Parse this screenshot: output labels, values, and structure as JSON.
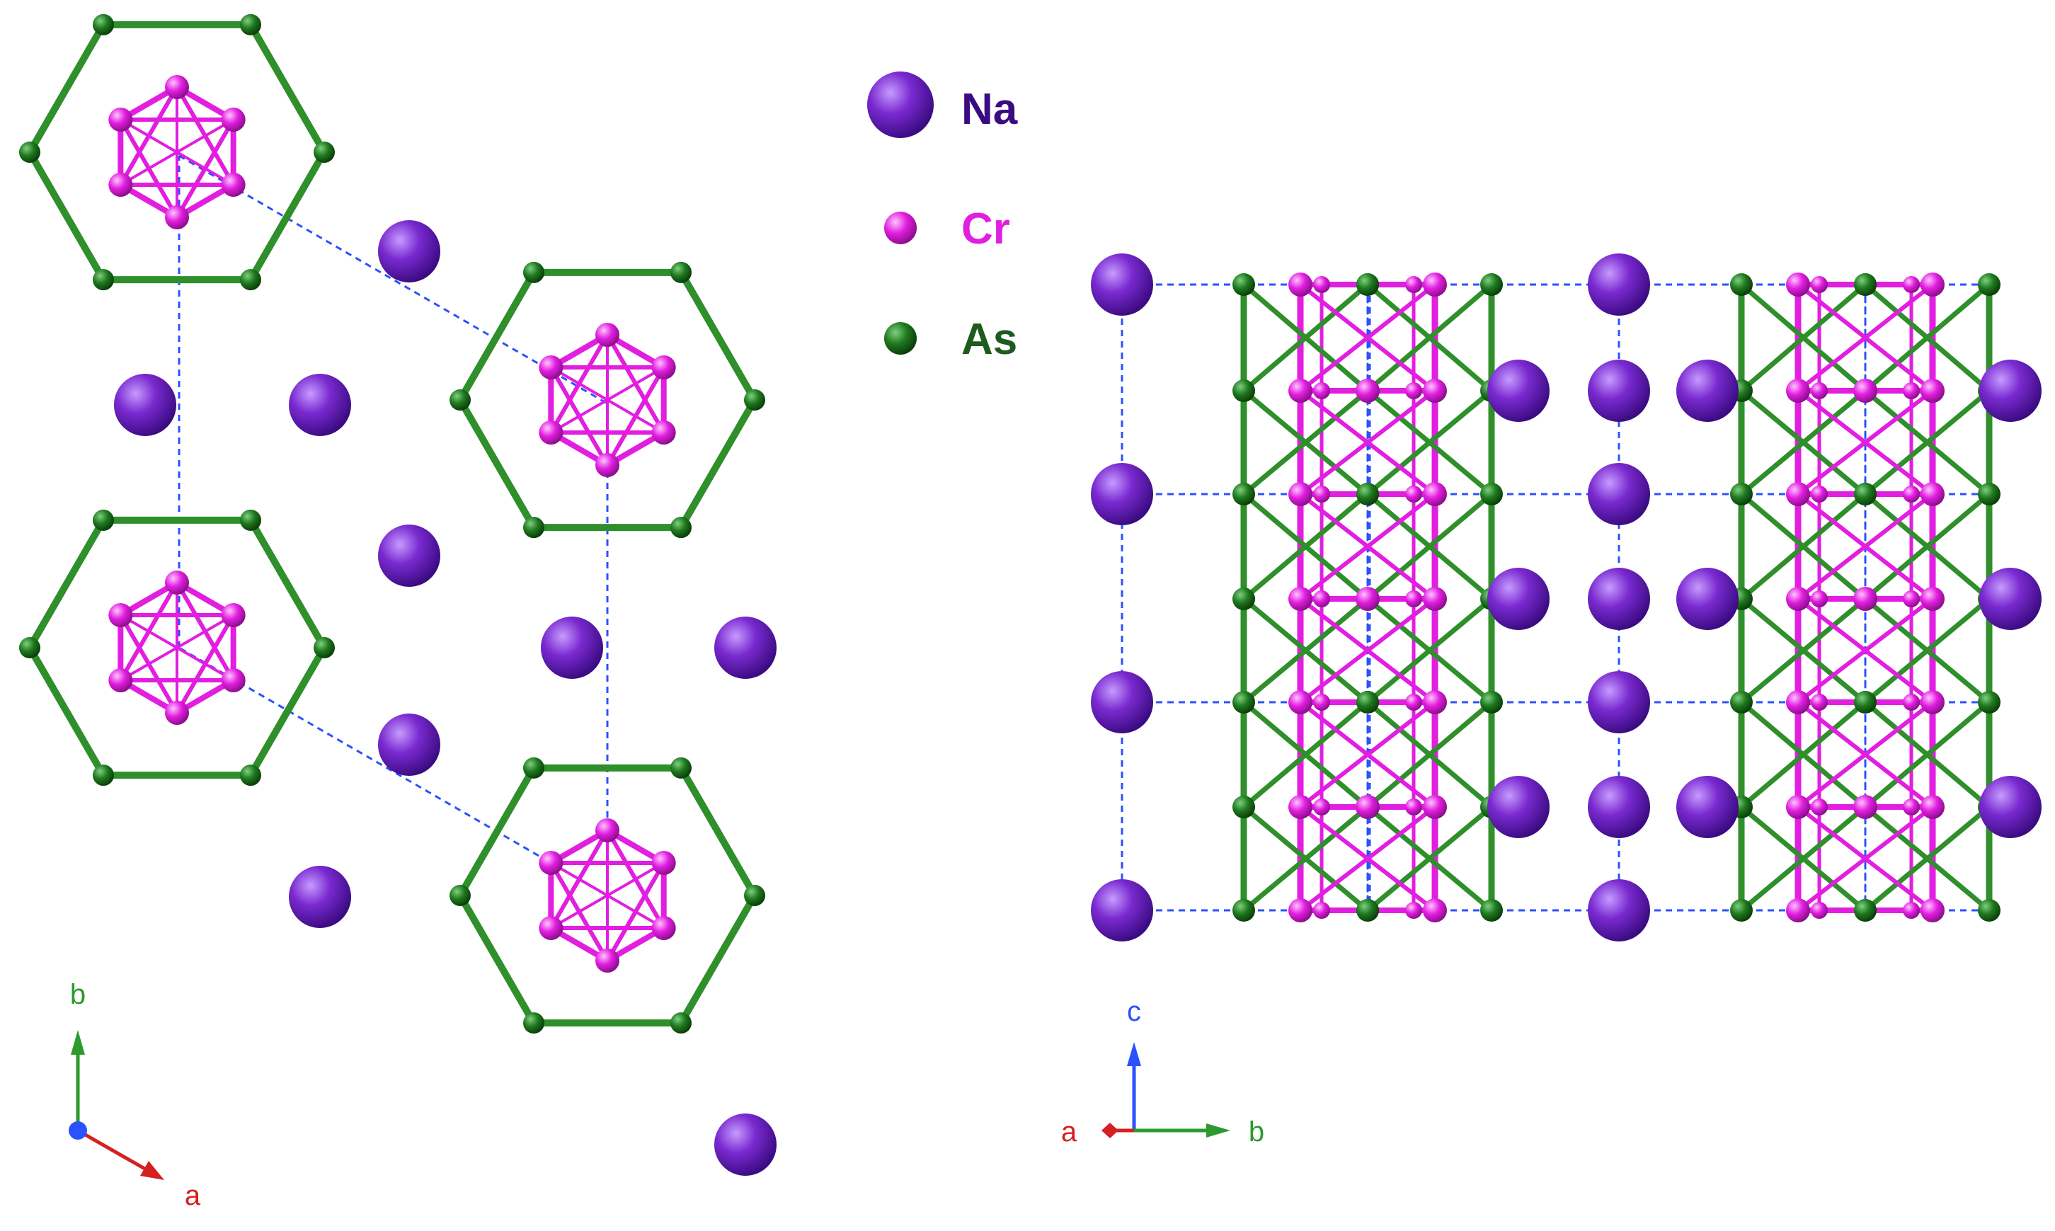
{
  "legend": {
    "items": [
      {
        "symbol": "Na",
        "color": "#7a2ad0"
      },
      {
        "symbol": "Cr",
        "color": "#e020e0"
      },
      {
        "symbol": "As",
        "color": "#1f7a1f"
      }
    ]
  },
  "left_view": {
    "axes": {
      "vertical_label": "b",
      "horizontal_label": "a"
    }
  },
  "right_view": {
    "axes": {
      "vertical_label": "c",
      "horizontal_label": "b",
      "out_of_plane_label": "a"
    }
  },
  "colors": {
    "sodium": "#6a1fc8",
    "chromium": "#e21ee0",
    "arsenic": "#1e7a1e",
    "arsenic_bond": "#2f8f2a",
    "cell_edge": "#2a52ff",
    "axis_a": "#d42020",
    "axis_b": "#2c9a2c",
    "axis_c": "#2a52ff"
  }
}
